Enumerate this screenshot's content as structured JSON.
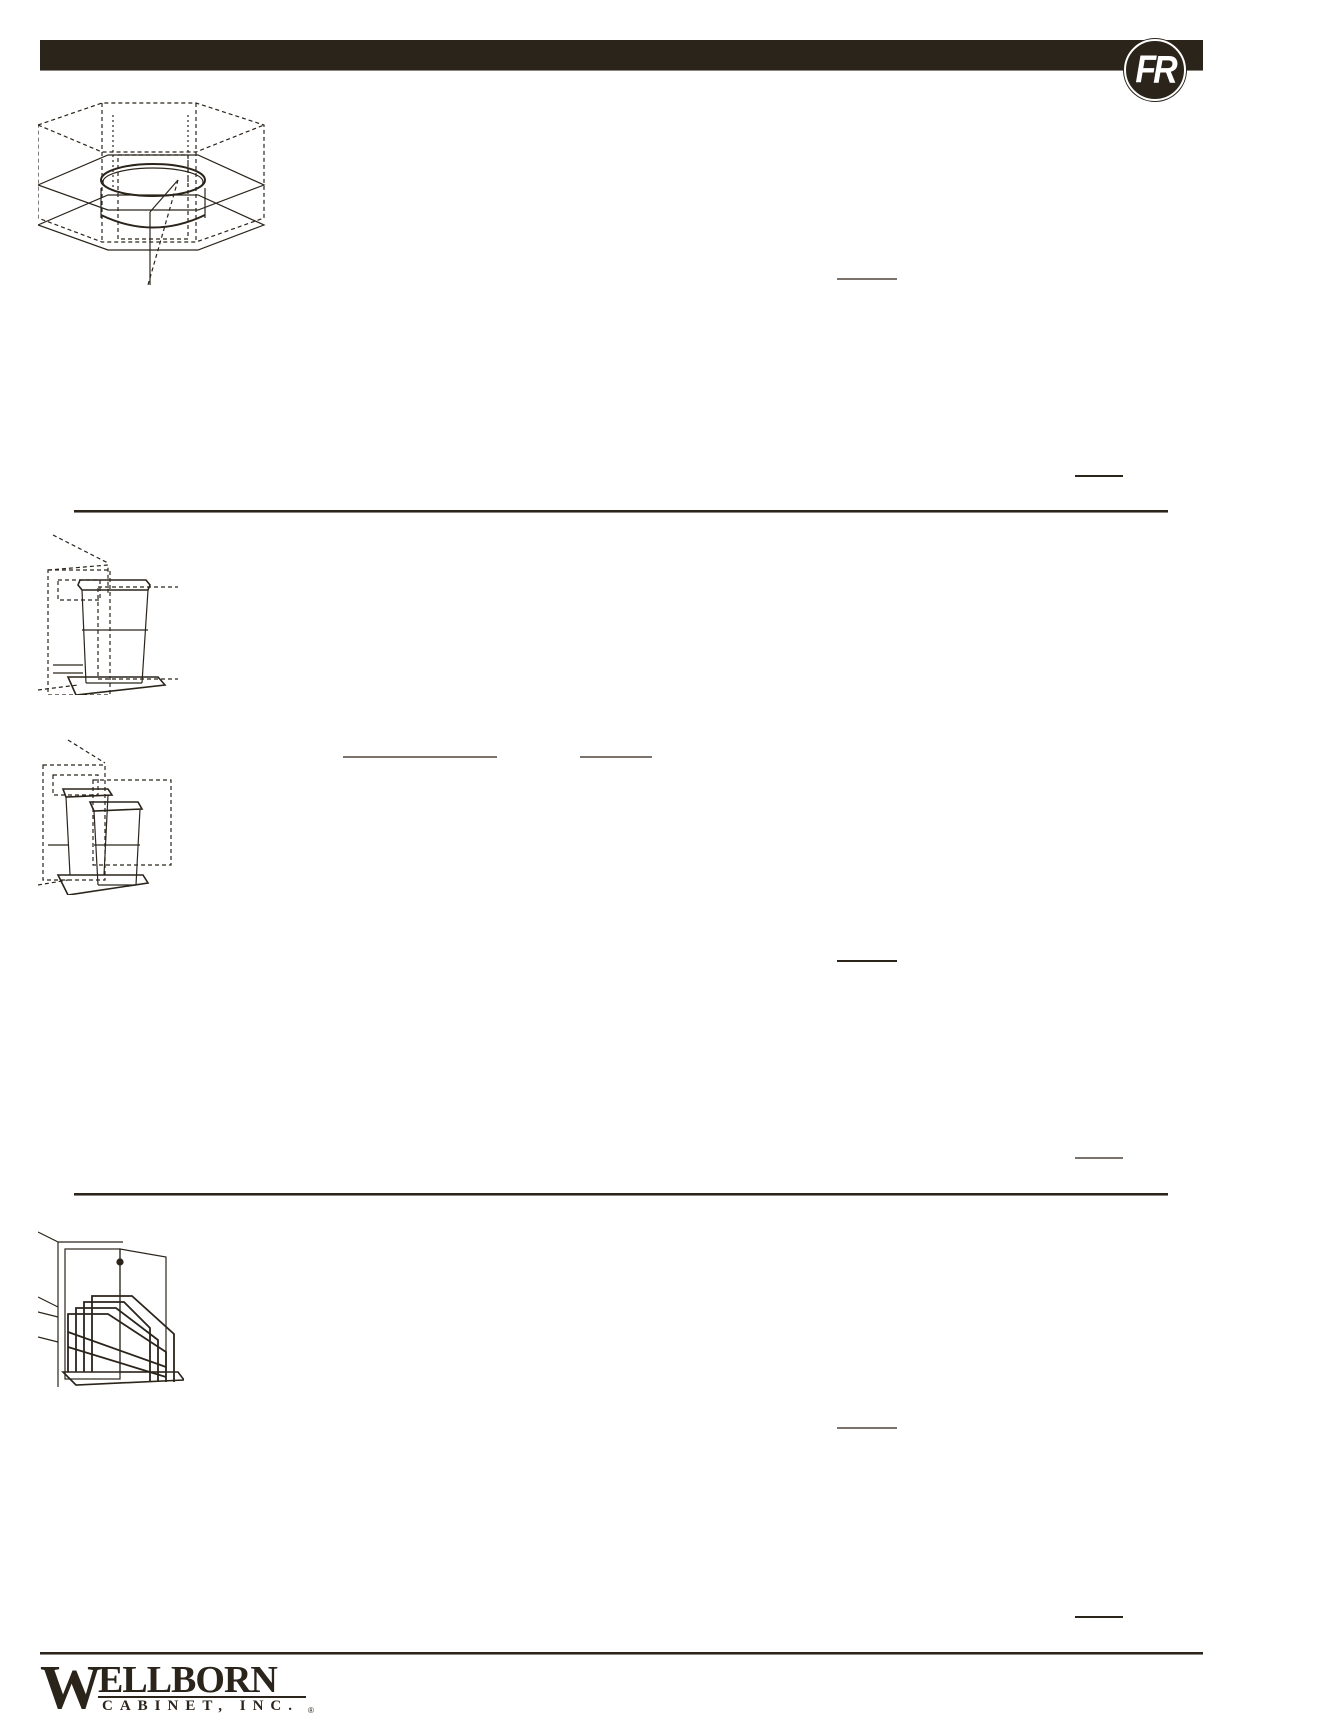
{
  "header": {
    "bar_color": "#2b241b",
    "badge_text": "FR"
  },
  "sections": [
    {
      "id": "lazy-susan",
      "illustration": "corner-cabinet-lazy-susan-illustration"
    },
    {
      "id": "waste-bin-single",
      "illustration": "single-waste-bin-pullout-illustration"
    },
    {
      "id": "waste-bin-double",
      "illustration": "double-waste-bin-pullout-illustration"
    },
    {
      "id": "tray-divider",
      "illustration": "tray-divider-pullout-illustration"
    }
  ],
  "footer": {
    "logo_initial": "W",
    "logo_name": "ELLBORN",
    "logo_sub": "CABINET, INC.",
    "logo_reg": "®"
  }
}
